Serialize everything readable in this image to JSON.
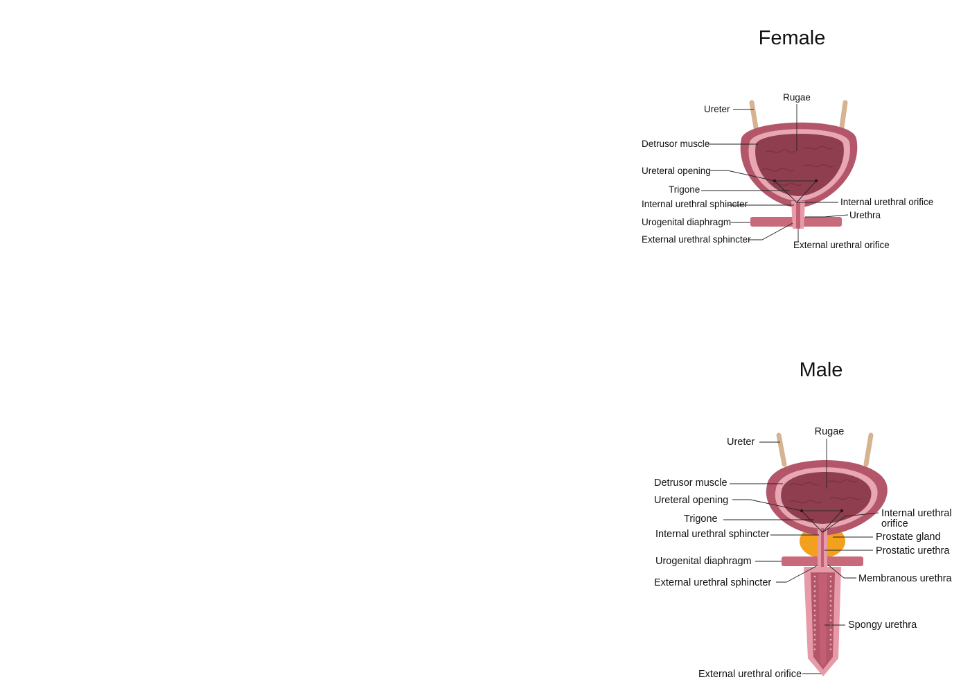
{
  "colors": {
    "outer_wall": "#b3566a",
    "inner_lining": "#e8a7b2",
    "lumen": "#8f3e4f",
    "rugae": "#7a3142",
    "ureter": "#d6b391",
    "diaphragm": "#c96a7a",
    "prostate": "#f2a01e",
    "urethra_tube": "#e79aa7",
    "urethra_core": "#c35f73"
  },
  "female": {
    "title": "Female",
    "labels": {
      "ureter": "Ureter",
      "rugae": "Rugae",
      "detrusor": "Detrusor muscle",
      "ureteral_opening": "Ureteral opening",
      "trigone": "Trigone",
      "int_sphincter": "Internal urethral sphincter",
      "int_orifice": "Internal urethral orifice",
      "urethra": "Urethra",
      "urogenital": "Urogenital diaphragm",
      "ext_sphincter": "External urethral sphincter",
      "ext_orifice": "External urethral orifice"
    }
  },
  "male": {
    "title": "Male",
    "labels": {
      "ureter": "Ureter",
      "rugae": "Rugae",
      "detrusor": "Detrusor muscle",
      "ureteral_opening": "Ureteral opening",
      "trigone": "Trigone",
      "int_orifice_1": "Internal urethral",
      "int_orifice_2": "orifice",
      "int_sphincter": "Internal urethral sphincter",
      "prostate": "Prostate gland",
      "prostatic": "Prostatic urethra",
      "urogenital": "Urogenital diaphragm",
      "membranous": "Membranous urethra",
      "ext_sphincter": "External urethral sphincter",
      "spongy": "Spongy urethra",
      "ext_orifice": "External urethral orifice"
    }
  }
}
